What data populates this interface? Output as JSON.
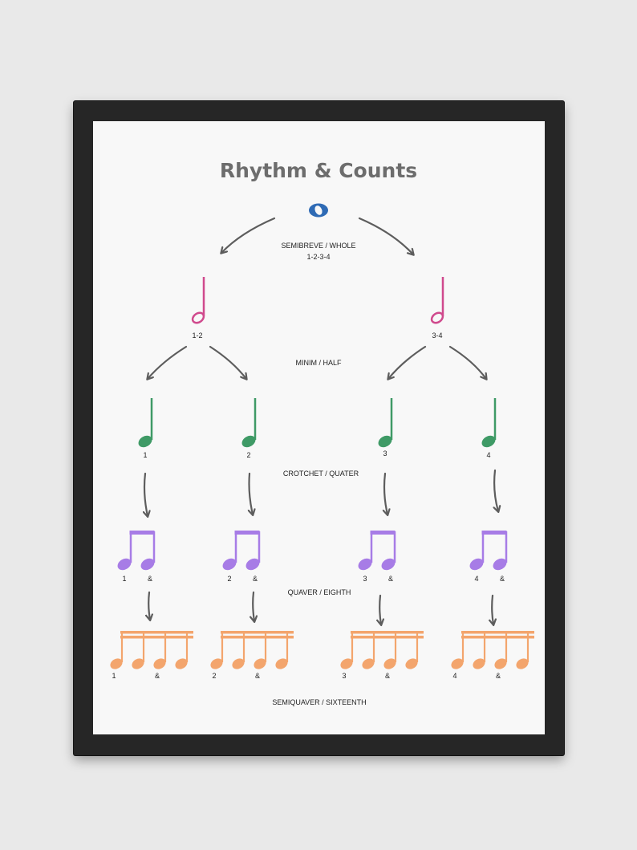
{
  "title": "Rhythm & Counts",
  "colors": {
    "title": "#6d6d6d",
    "semibreve": "#2f6bb5",
    "minim": "#d04a8d",
    "crotchet": "#3f9a66",
    "quaver": "#a77ce6",
    "semiquaver": "#f3a56d",
    "arrow": "#5d5d5d",
    "text": "#222222"
  },
  "semibreve": {
    "name": "SEMIBREVE / WHOLE",
    "counts": "1-2-3-4",
    "icon": "whole-note-icon"
  },
  "minim": {
    "name": "MINIM / HALF",
    "icon": "half-note-icon",
    "counts": [
      "1-2",
      "3-4"
    ]
  },
  "crotchet": {
    "name": "CROTCHET / QUATER",
    "icon": "quarter-note-icon",
    "counts": [
      "1",
      "2",
      "3",
      "4"
    ]
  },
  "quaver": {
    "name": "QUAVER / EIGHTH",
    "icon": "eighth-notes-icon",
    "counts": [
      [
        "1",
        "&"
      ],
      [
        "2",
        "&"
      ],
      [
        "3",
        "&"
      ],
      [
        "4",
        "&"
      ]
    ]
  },
  "semiquaver": {
    "name": "SEMIQUAVER / SIXTEENTH",
    "icon": "sixteenth-notes-icon",
    "counts": [
      [
        "1",
        "&"
      ],
      [
        "2",
        "&"
      ],
      [
        "3",
        "&"
      ],
      [
        "4",
        "&"
      ]
    ]
  }
}
